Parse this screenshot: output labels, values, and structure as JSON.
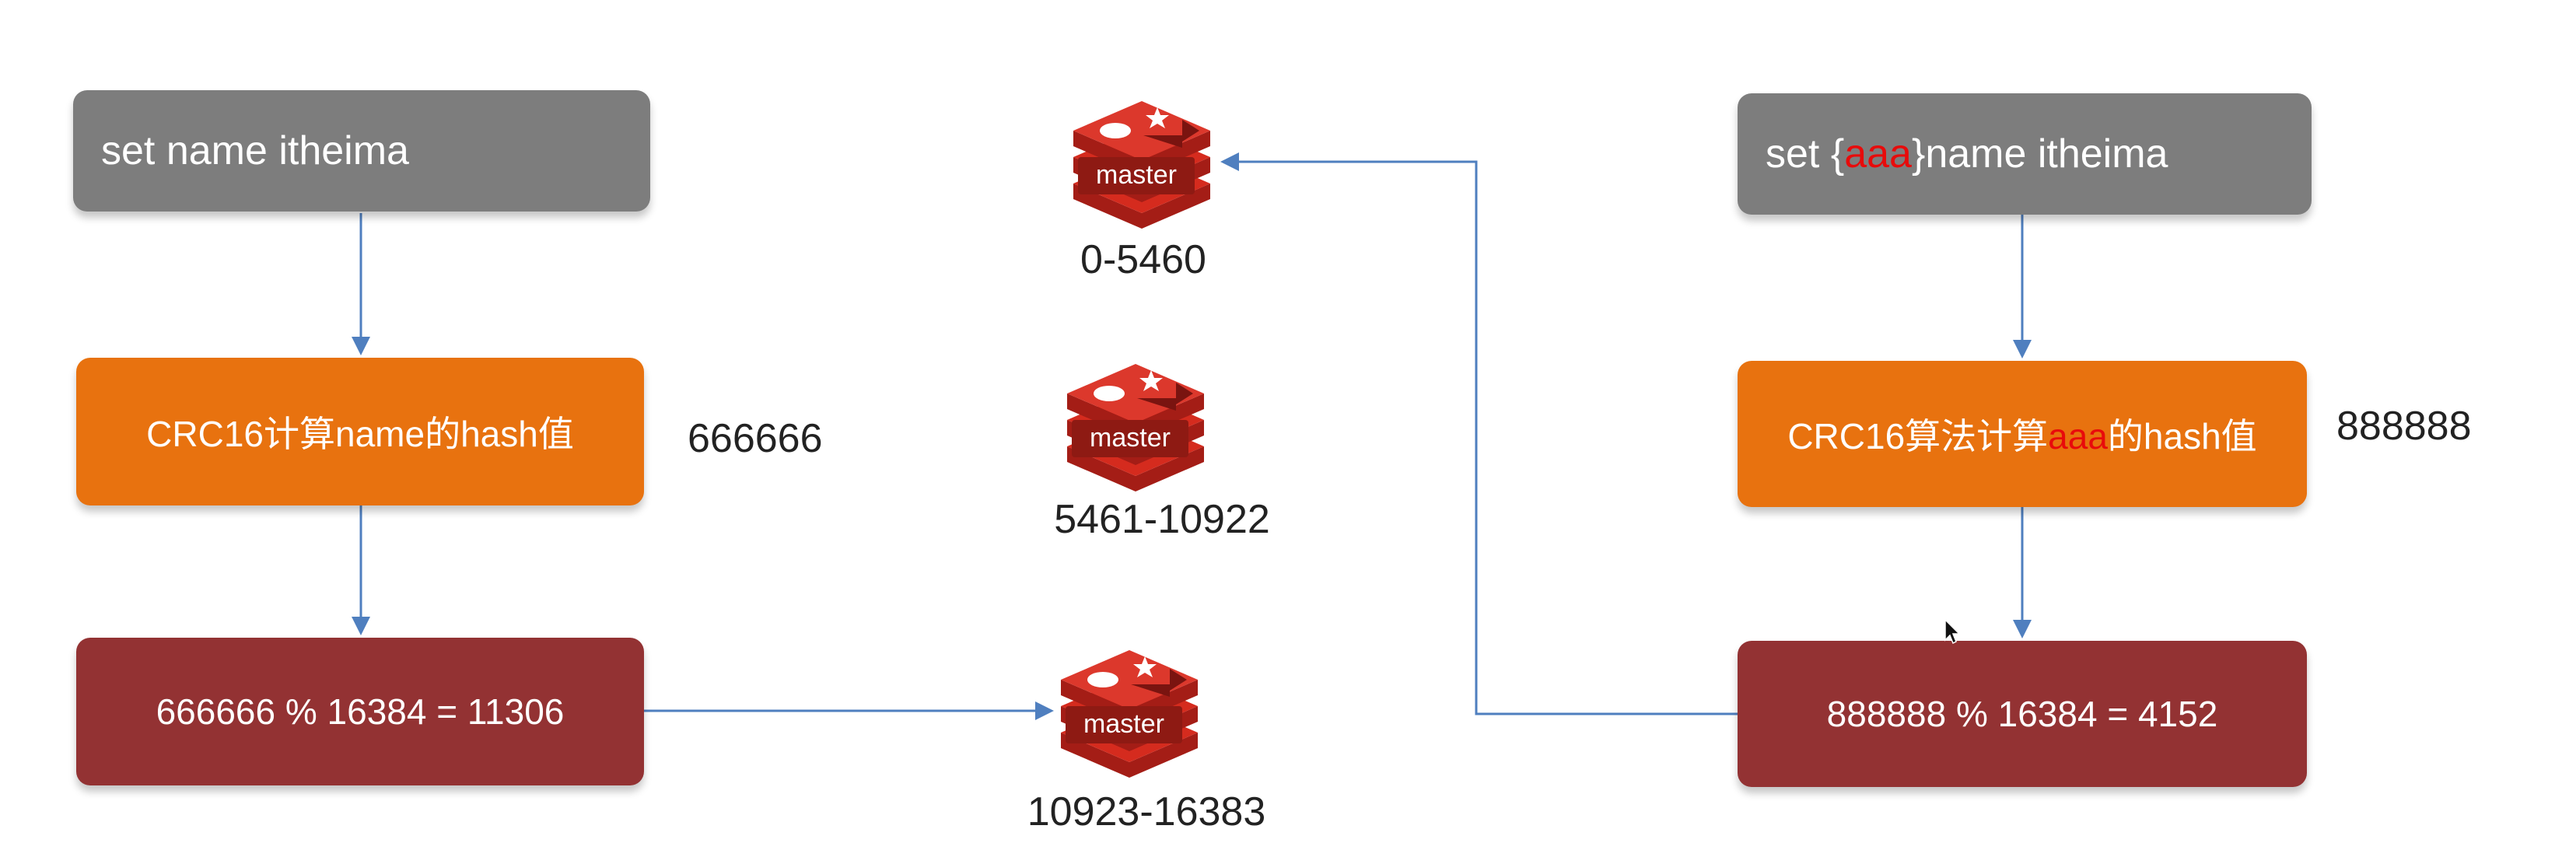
{
  "left": {
    "command": "set name itheima",
    "crc_step": "CRC16计算name的hash值",
    "hash_value": "666666",
    "slot_calc": "666666 % 16384 = 11306"
  },
  "right": {
    "command_prefix": "set {",
    "command_key": "aaa",
    "command_suffix": "}name itheima",
    "crc_prefix": "CRC16算法计算",
    "crc_key": "aaa",
    "crc_suffix": "的hash值",
    "hash_value": "888888",
    "slot_calc": "888888 % 16384 = 4152"
  },
  "masters": [
    {
      "label": "master",
      "range": "0-5460"
    },
    {
      "label": "master",
      "range": "5461-10922"
    },
    {
      "label": "master",
      "range": "10923-16383"
    }
  ],
  "colors": {
    "command_box": "#7d7d7d",
    "crc_box": "#e8720f",
    "slot_box": "#933233",
    "highlight": "#e80b0b",
    "arrow": "#4f7fbf",
    "redis": "#d52b1e"
  },
  "icons": [
    "redis-master-icon",
    "mouse-cursor-icon"
  ]
}
